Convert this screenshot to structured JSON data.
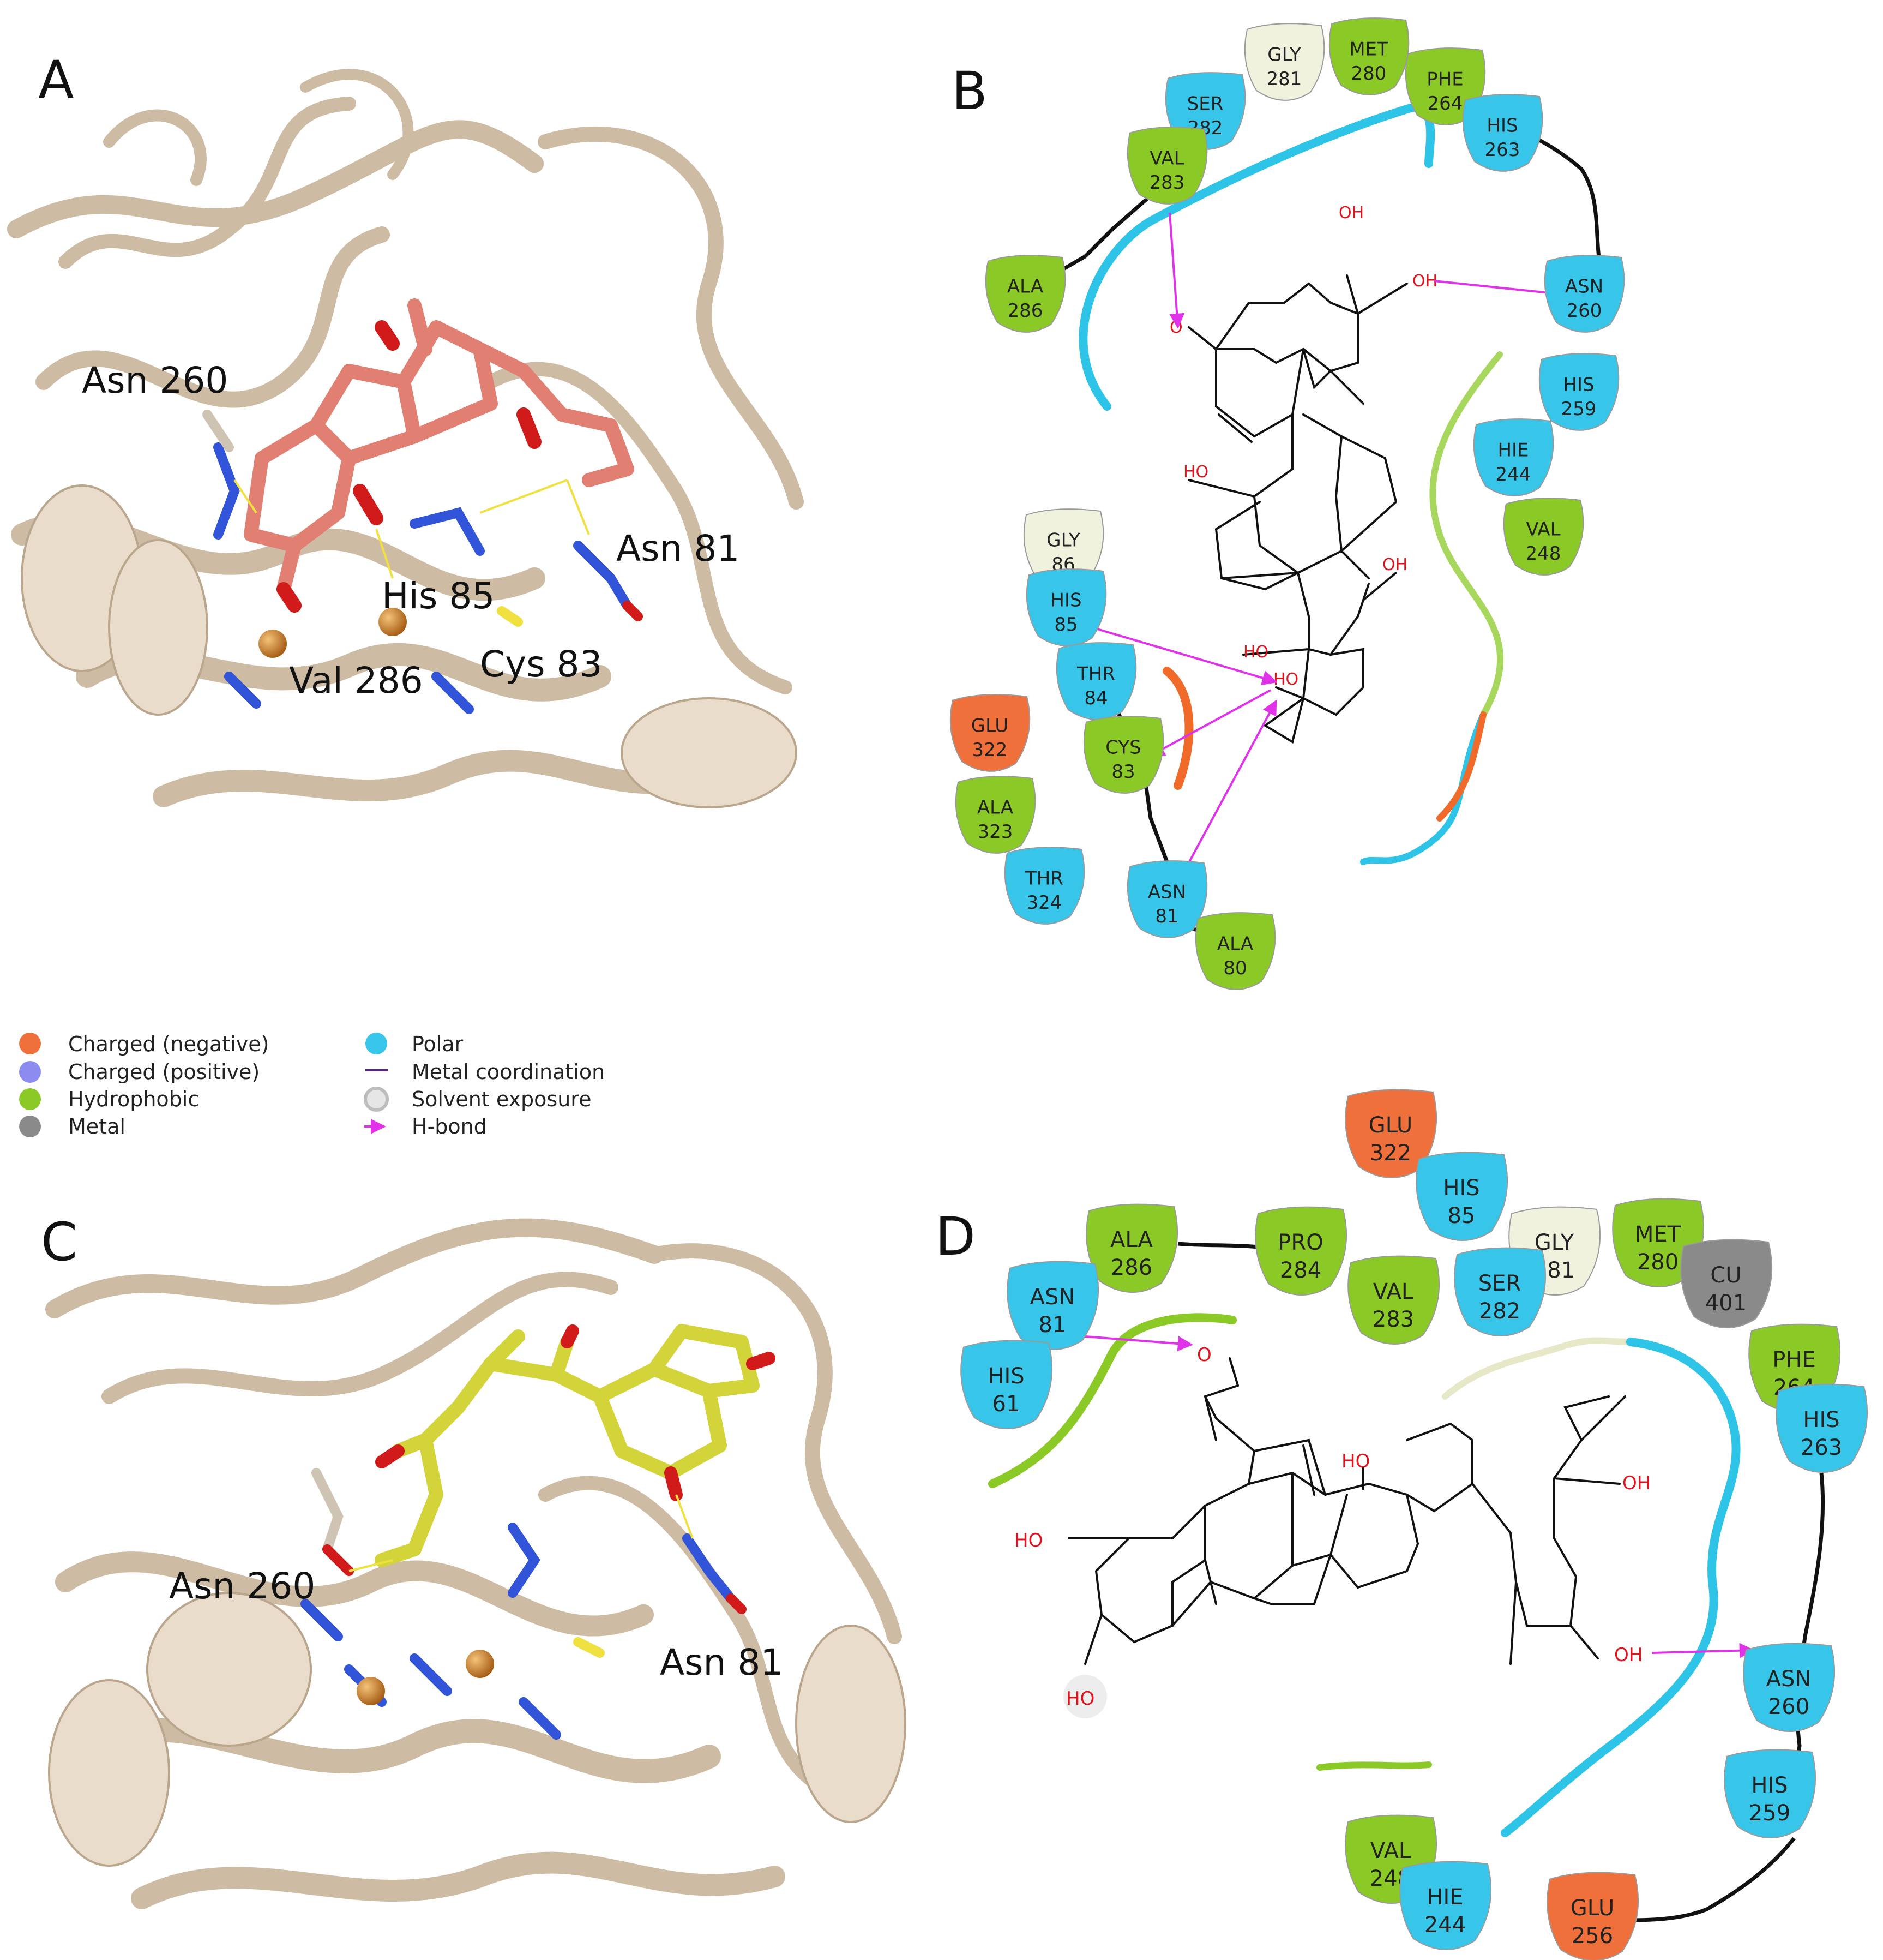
{
  "panels": {
    "A": {
      "letter": "A",
      "labels": [
        "Asn 260",
        "His 85",
        "Asn 81",
        "Val 286",
        "Cys 83"
      ]
    },
    "B": {
      "letter": "B"
    },
    "C": {
      "letter": "C",
      "labels": [
        "Asn 260",
        "Asn 81"
      ]
    },
    "D": {
      "letter": "D"
    }
  },
  "residues_B": [
    [
      "GLY",
      "281",
      "#f0f2de"
    ],
    [
      "MET",
      "280",
      "#8ac926"
    ],
    [
      "SER",
      "282",
      "#37c6ea"
    ],
    [
      "PHE",
      "264",
      "#8ac926"
    ],
    [
      "HIS",
      "263",
      "#37c6ea"
    ],
    [
      "VAL",
      "283",
      "#8ac926"
    ],
    [
      "ALA",
      "286",
      "#8ac926"
    ],
    [
      "ASN",
      "260",
      "#37c6ea"
    ],
    [
      "HIS",
      "259",
      "#37c6ea"
    ],
    [
      "HIE",
      "244",
      "#37c6ea"
    ],
    [
      "VAL",
      "248",
      "#8ac926"
    ],
    [
      "GLY",
      "86",
      "#f0f2de"
    ],
    [
      "HIS",
      "85",
      "#37c6ea"
    ],
    [
      "THR",
      "84",
      "#37c6ea"
    ],
    [
      "GLU",
      "322",
      "#f0703c"
    ],
    [
      "CYS",
      "83",
      "#8ac926"
    ],
    [
      "ALA",
      "323",
      "#8ac926"
    ],
    [
      "THR",
      "324",
      "#37c6ea"
    ],
    [
      "ASN",
      "81",
      "#37c6ea"
    ],
    [
      "ALA",
      "80",
      "#8ac926"
    ]
  ],
  "residues_D": [
    [
      "GLU",
      "322",
      "#f0703c"
    ],
    [
      "HIS",
      "85",
      "#37c6ea"
    ],
    [
      "ALA",
      "286",
      "#8ac926"
    ],
    [
      "PRO",
      "284",
      "#8ac926"
    ],
    [
      "GLY",
      "281",
      "#f0f2de"
    ],
    [
      "MET",
      "280",
      "#8ac926"
    ],
    [
      "ASN",
      "81",
      "#37c6ea"
    ],
    [
      "VAL",
      "283",
      "#8ac926"
    ],
    [
      "SER",
      "282",
      "#37c6ea"
    ],
    [
      "CU",
      "401",
      "#8a8a8a"
    ],
    [
      "HIS",
      "61",
      "#37c6ea"
    ],
    [
      "PHE",
      "264",
      "#8ac926"
    ],
    [
      "HIS",
      "263",
      "#37c6ea"
    ],
    [
      "ASN",
      "260",
      "#37c6ea"
    ],
    [
      "HIS",
      "259",
      "#37c6ea"
    ],
    [
      "VAL",
      "248",
      "#8ac926"
    ],
    [
      "HIE",
      "244",
      "#37c6ea"
    ],
    [
      "GLU",
      "256",
      "#f0703c"
    ]
  ],
  "atom_labels": {
    "oh": "OH",
    "ho": "HO",
    "o": "O"
  },
  "legend": [
    {
      "label": "Charged (negative)",
      "color": "#f0703c"
    },
    {
      "label": "Charged (positive)",
      "color": "#8c8cf0"
    },
    {
      "label": "Hydrophobic",
      "color": "#8ac926"
    },
    {
      "label": "Metal",
      "color": "#8a8a8a"
    },
    {
      "label": "Polar",
      "color": "#37c6ea"
    },
    {
      "label": "Metal coordination",
      "color": "#5a2a7a"
    },
    {
      "label": "Solvent exposure",
      "color": "#bdbdbd"
    },
    {
      "label": "H-bond",
      "color": "#e032e8"
    }
  ]
}
